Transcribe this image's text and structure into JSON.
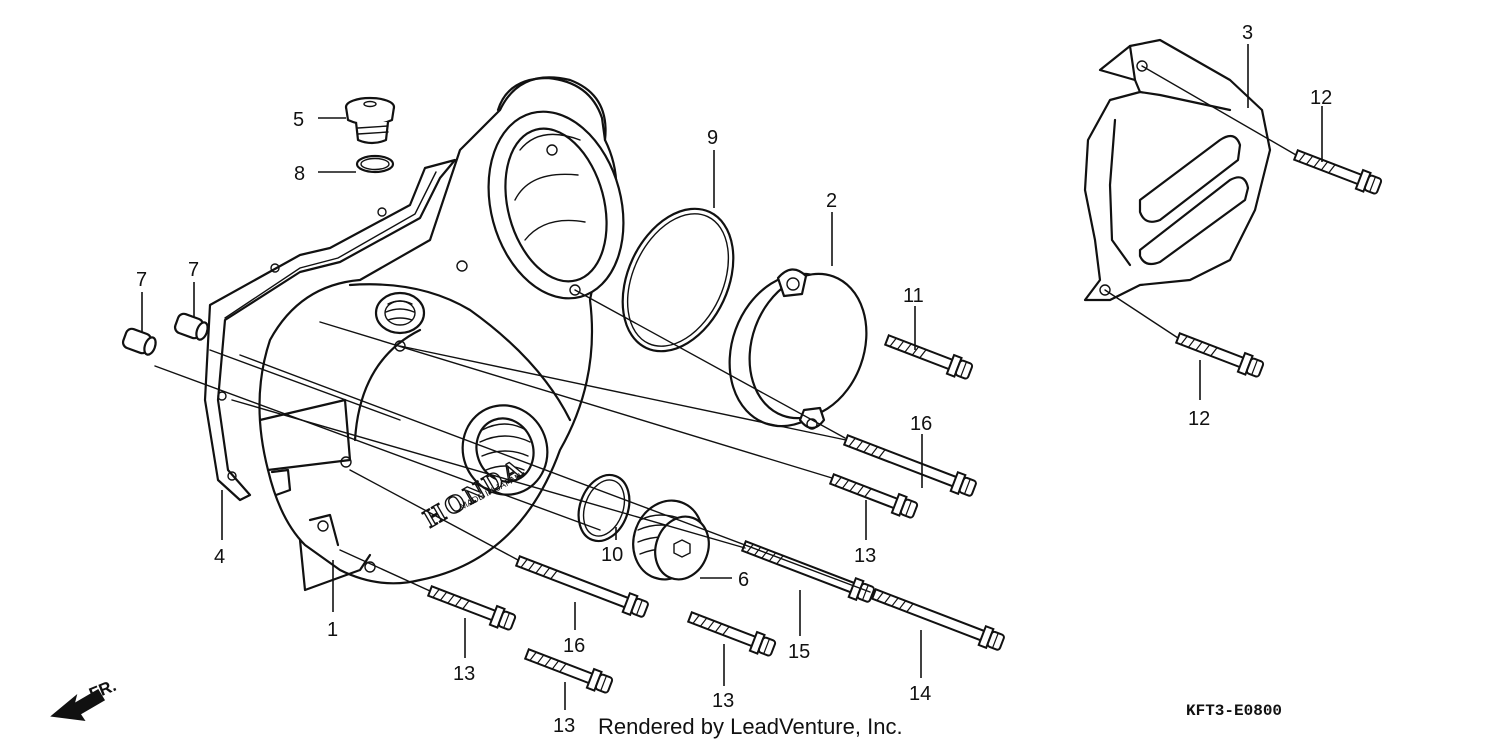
{
  "callouts": [
    {
      "id": "1",
      "label": "1"
    },
    {
      "id": "2",
      "label": "2"
    },
    {
      "id": "3",
      "label": "3"
    },
    {
      "id": "4",
      "label": "4"
    },
    {
      "id": "5",
      "label": "5"
    },
    {
      "id": "6",
      "label": "6"
    },
    {
      "id": "7a",
      "label": "7"
    },
    {
      "id": "7b",
      "label": "7"
    },
    {
      "id": "8",
      "label": "8"
    },
    {
      "id": "9",
      "label": "9"
    },
    {
      "id": "10",
      "label": "10"
    },
    {
      "id": "11",
      "label": "11"
    },
    {
      "id": "12a",
      "label": "12"
    },
    {
      "id": "12b",
      "label": "12"
    },
    {
      "id": "13a",
      "label": "13"
    },
    {
      "id": "13b",
      "label": "13"
    },
    {
      "id": "13c",
      "label": "13"
    },
    {
      "id": "13d",
      "label": "13"
    },
    {
      "id": "14",
      "label": "14"
    },
    {
      "id": "15",
      "label": "15"
    },
    {
      "id": "16a",
      "label": "16"
    },
    {
      "id": "16b",
      "label": "16"
    }
  ],
  "front_marker": "FR.",
  "cover_text": {
    "brand": "HONDA",
    "origin": "MADE IN JAPAN"
  },
  "diagram_code": "KFT3-E0800",
  "credit": "Rendered by LeadVenture, Inc."
}
